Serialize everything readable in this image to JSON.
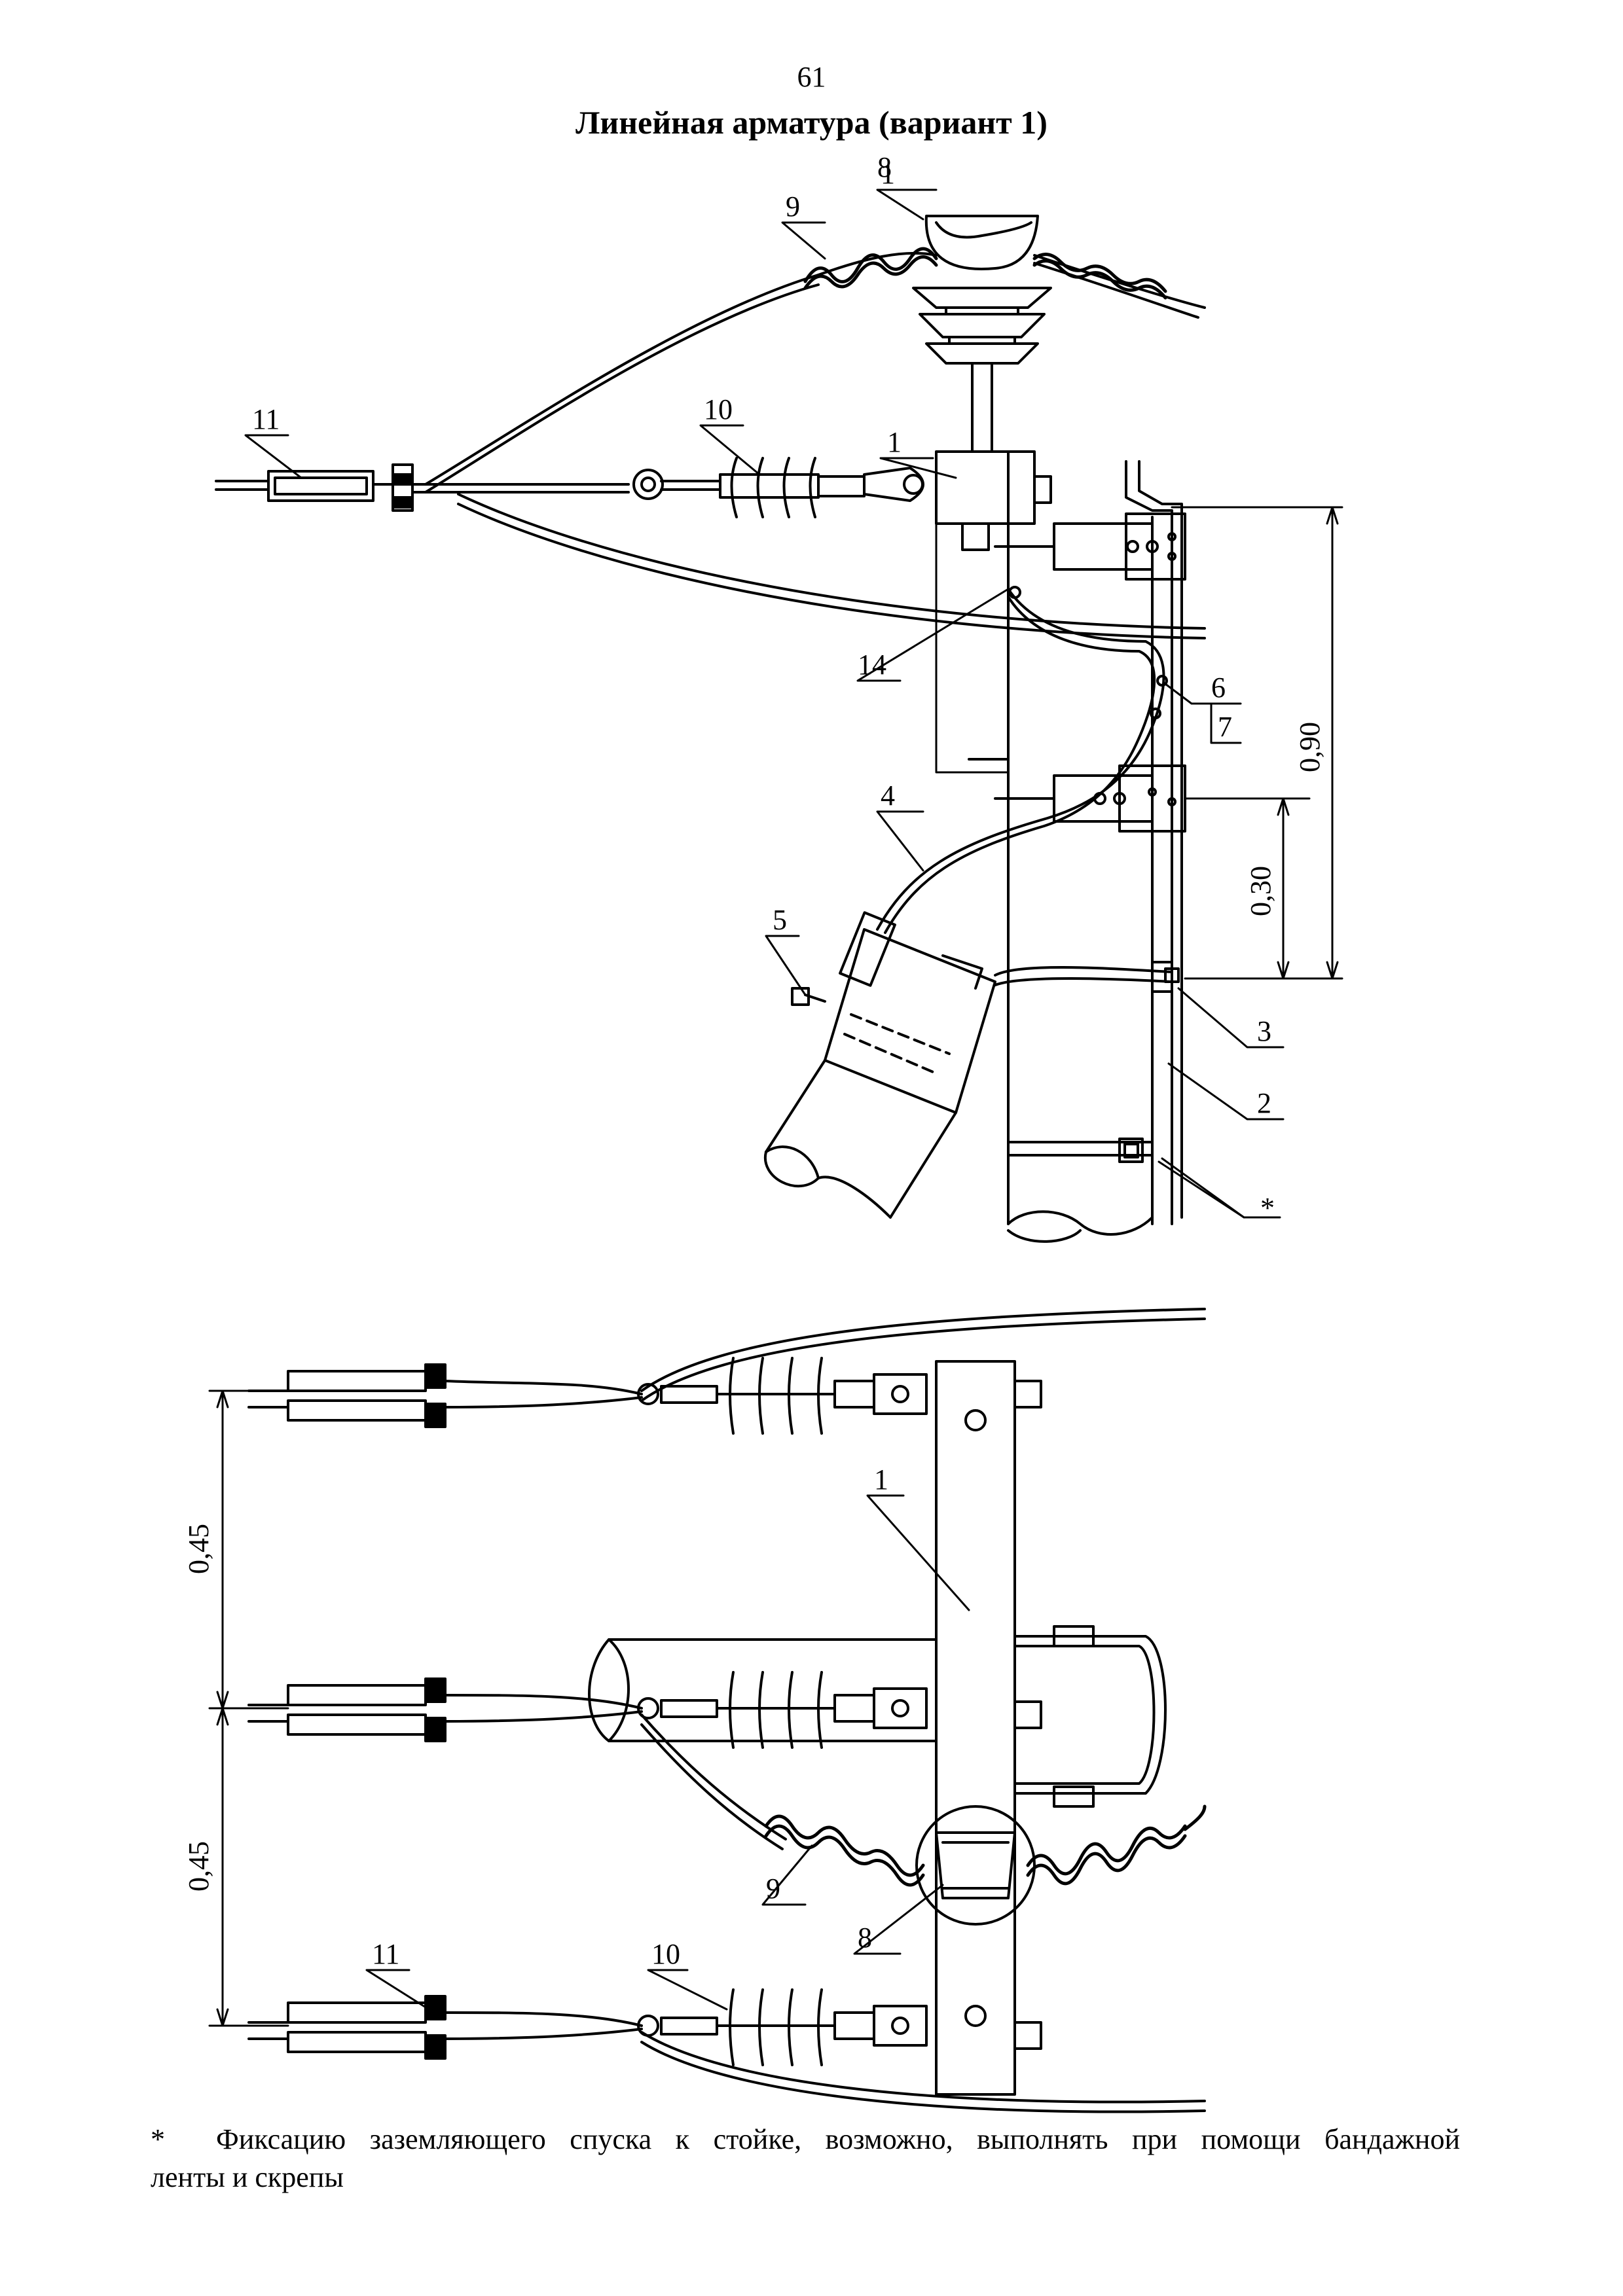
{
  "page": {
    "number": "61",
    "title": "Линейная арматура (вариант 1)"
  },
  "top_view": {
    "callouts": [
      "1",
      "2",
      "3",
      "4",
      "5",
      "6",
      "7",
      "8",
      "9",
      "10",
      "11",
      "14",
      "*"
    ],
    "dims": [
      "0,90",
      "0,30"
    ]
  },
  "plan_view": {
    "callouts": [
      "1",
      "8",
      "9",
      "10",
      "11"
    ],
    "dims": [
      "0,45",
      "0,45"
    ]
  },
  "footnote": {
    "star": "*",
    "line1": "Фиксацию заземляющего спуска к стойке, возможно, выполнять при помощи бандажной",
    "line2": "ленты и скрепы"
  }
}
